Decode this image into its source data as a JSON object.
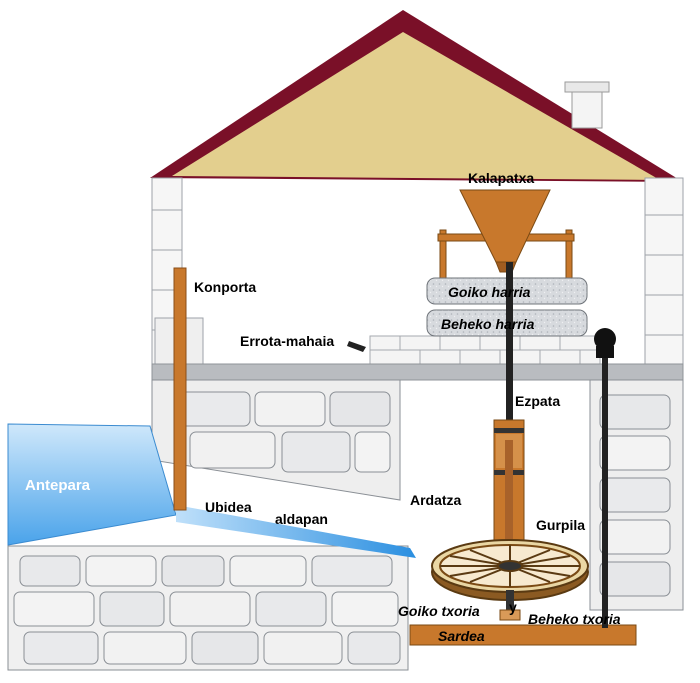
{
  "labels": {
    "kalapatxa": "Kalapatxa",
    "goiko_harria": "Goiko harria",
    "beheko_harria": "Beheko  harria",
    "konporta": "Konporta",
    "errota_mahaia": "Errota-mahaia",
    "ezpata": "Ezpata",
    "antepara": "Antepara",
    "ubidea": "Ubidea",
    "aldapan": "aldapan",
    "ardatza": "Ardatza",
    "gurpila": "Gurpila",
    "goiko_txoria": "Goiko txoria",
    "y": "y",
    "beheko_txoria": "Beheko txoria",
    "sardea": "Sardea"
  },
  "colors": {
    "roof": "#7a1028",
    "attic": "#e3cf8e",
    "wood": "#c8782c",
    "water": "#3f9ee8",
    "stone_gray": "#c9cdd2",
    "floor": "#b9bcc0"
  }
}
